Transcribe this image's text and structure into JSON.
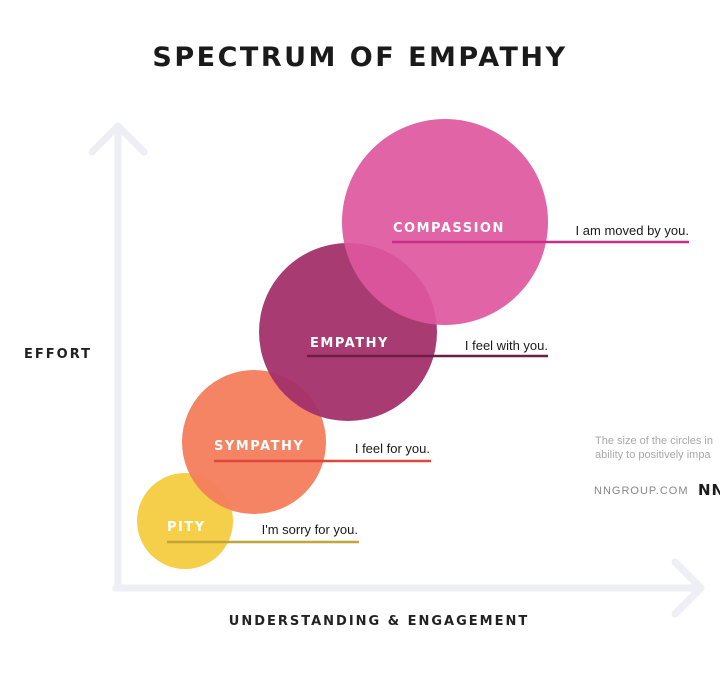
{
  "title": "SPECTRUM OF EMPATHY",
  "y_axis_label": "EFFORT",
  "x_axis_label": "UNDERSTANDING & ENGAGEMENT",
  "note": {
    "line1": "The size of the circles in",
    "line2": "ability to positively impa"
  },
  "footer": {
    "site": "NNGROUP.COM",
    "brand": "NN"
  },
  "levels": [
    {
      "name": "PITY",
      "statement": "I'm sorry for you.",
      "color": "#F5CF4A",
      "line_color": "#C4A33A"
    },
    {
      "name": "SYMPATHY",
      "statement": "I feel for you.",
      "color": "#F37D5C",
      "line_color": "#E0463A"
    },
    {
      "name": "EMPATHY",
      "statement": "I feel with you.",
      "color": "#A3306A",
      "line_color": "#6E1D45"
    },
    {
      "name": "COMPASSION",
      "statement": "I am moved by you.",
      "color": "#DE579E",
      "line_color": "#C92D85"
    }
  ],
  "colors": {
    "axis": "#EEEEF5",
    "text": "#1a1a1a",
    "background": "#FFFFFF"
  }
}
